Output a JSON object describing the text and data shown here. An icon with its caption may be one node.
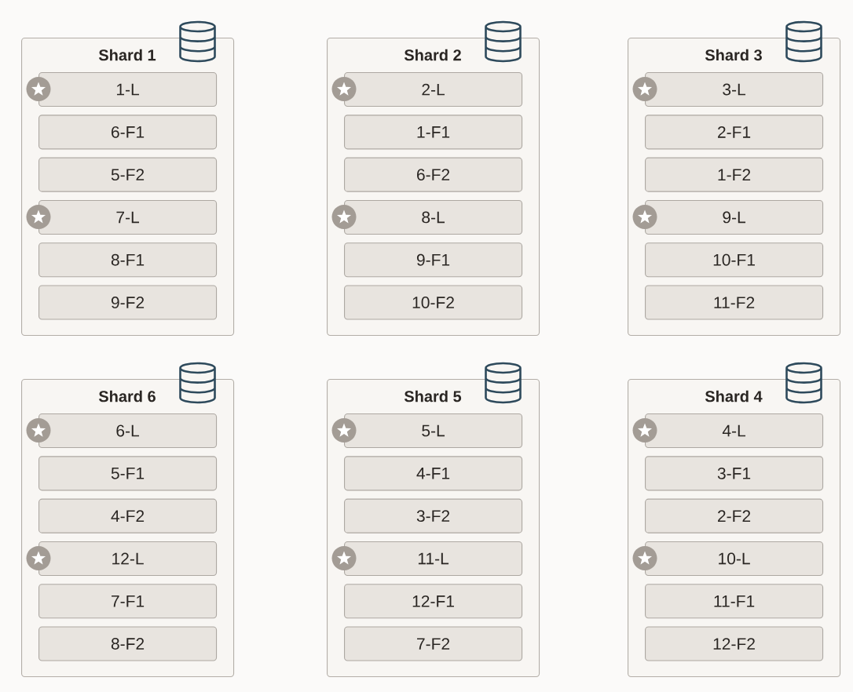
{
  "diagram": {
    "nodes": [
      {
        "text": [
          "Shard 1"
        ]
      },
      {
        "text": [
          "1-L"
        ],
        "in": 0
      },
      {
        "text": [
          "6-F1"
        ],
        "in": 0
      },
      {
        "text": [
          "5-F2"
        ],
        "in": 0
      },
      {
        "text": [
          "7-L"
        ],
        "in": 0
      },
      {
        "text": [
          "8-F1"
        ],
        "in": 0
      },
      {
        "text": [
          "9-F2"
        ],
        "in": 0
      },
      {
        "text": [
          "Shard 2"
        ]
      },
      {
        "text": [
          "2-L"
        ],
        "in": 7
      },
      {
        "text": [
          "1-F1"
        ],
        "in": 7
      },
      {
        "text": [
          "6-F2"
        ],
        "in": 7
      },
      {
        "text": [
          "8-L"
        ],
        "in": 7
      },
      {
        "text": [
          "9-F1"
        ],
        "in": 7
      },
      {
        "text": [
          "10-F2"
        ],
        "in": 7
      },
      {
        "text": [
          "Shard 3"
        ]
      },
      {
        "text": [
          "3-L"
        ],
        "in": 14
      },
      {
        "text": [
          "2-F1"
        ],
        "in": 14
      },
      {
        "text": [
          "1-F2"
        ],
        "in": 14
      },
      {
        "text": [
          "9-L"
        ],
        "in": 14
      },
      {
        "text": [
          "10-F1"
        ],
        "in": 14
      },
      {
        "text": [
          "11-F2"
        ],
        "in": 14
      },
      {
        "text": [
          "Shard 6"
        ]
      },
      {
        "text": [
          "6-L"
        ],
        "in": 21
      },
      {
        "text": [
          "5-F1"
        ],
        "in": 21
      },
      {
        "text": [
          "4-F2"
        ],
        "in": 21
      },
      {
        "text": [
          "12-L"
        ],
        "in": 21
      },
      {
        "text": [
          "7-F1"
        ],
        "in": 21
      },
      {
        "text": [
          "8-F2"
        ],
        "in": 21
      },
      {
        "text": [
          "Shard 5"
        ]
      },
      {
        "text": [
          "5-L"
        ],
        "in": 28
      },
      {
        "text": [
          "4-F1"
        ],
        "in": 28
      },
      {
        "text": [
          "3-F2"
        ],
        "in": 28
      },
      {
        "text": [
          "11-L"
        ],
        "in": 28
      },
      {
        "text": [
          "12-F1"
        ],
        "in": 28
      },
      {
        "text": [
          "7-F2"
        ],
        "in": 28
      },
      {
        "text": [
          "Shard 4"
        ]
      },
      {
        "text": [
          "4-L"
        ],
        "in": 35
      },
      {
        "text": [
          "3-F1"
        ],
        "in": 35
      },
      {
        "text": [
          "2-F2"
        ],
        "in": 35
      },
      {
        "text": [
          "10-L"
        ],
        "in": 35
      },
      {
        "text": [
          "11-F1"
        ],
        "in": 35
      },
      {
        "text": [
          "12-F2"
        ],
        "in": 35
      }
    ]
  }
}
